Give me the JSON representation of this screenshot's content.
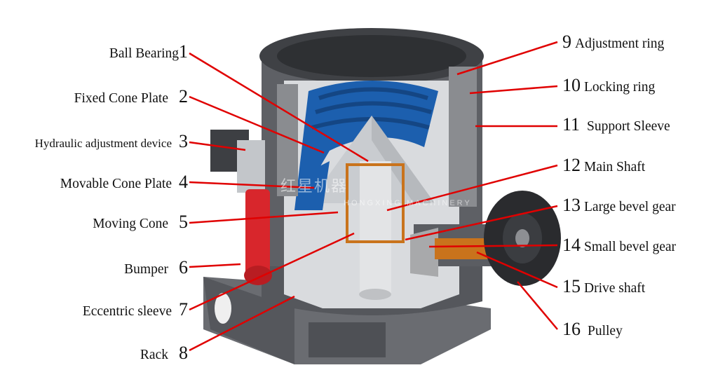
{
  "colors": {
    "leader": "#e00000",
    "frame": "#5a5c61",
    "frame_dark": "#3b3d41",
    "liner_blue": "#1c5fae",
    "cone_light": "#cfd2d6",
    "red_part": "#d8262c",
    "copper": "#c9731c",
    "pulley": "#2a2b2e"
  },
  "watermark": {
    "logo": "红星机器",
    "subtitle": "HONGXING MACHINERY"
  },
  "labels": [
    {
      "n": "1",
      "text": "Ball Bearing"
    },
    {
      "n": "2",
      "text": "Fixed Cone Plate"
    },
    {
      "n": "3",
      "text": "Hydraulic adjustment device"
    },
    {
      "n": "4",
      "text": "Movable Cone Plate"
    },
    {
      "n": "5",
      "text": "Moving Cone"
    },
    {
      "n": "6",
      "text": "Bumper"
    },
    {
      "n": "7",
      "text": "Eccentric sleeve"
    },
    {
      "n": "8",
      "text": "Rack"
    },
    {
      "n": "9",
      "text": "Adjustment ring"
    },
    {
      "n": "10",
      "text": "Locking ring"
    },
    {
      "n": "11",
      "text": "Support Sleeve"
    },
    {
      "n": "12",
      "text": "Main Shaft"
    },
    {
      "n": "13",
      "text": "Large bevel gear"
    },
    {
      "n": "14",
      "text": "Small bevel gear"
    },
    {
      "n": "15",
      "text": "Drive shaft"
    },
    {
      "n": "16",
      "text": "Pulley"
    }
  ]
}
